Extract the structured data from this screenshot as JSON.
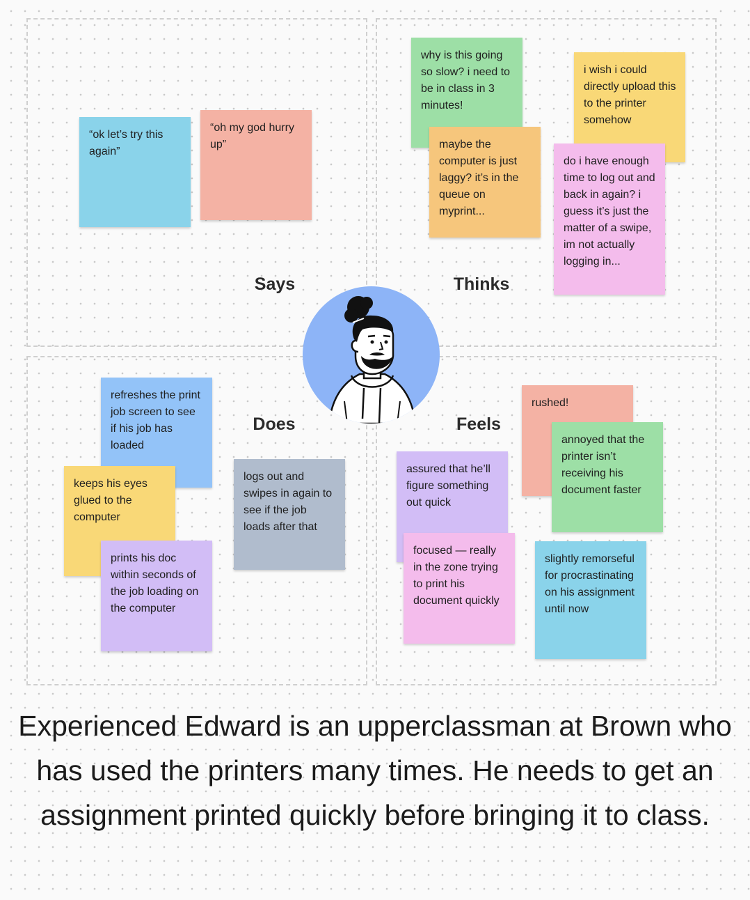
{
  "quadrants": {
    "says": "Says",
    "thinks": "Thinks",
    "does": "Does",
    "feels": "Feels"
  },
  "notes": {
    "says": [
      "“ok let’s try this again”",
      "“oh my god hurry up”"
    ],
    "thinks": [
      "why is this going so slow? i need to be in class in 3 minutes!",
      "i wish i could directly upload this to the printer somehow",
      "maybe the computer is just laggy? it’s in the queue on myprint...",
      "do i have enough time to log out and back in again? i guess it’s just the matter of a swipe, im not actually logging in..."
    ],
    "does": [
      "refreshes the print job screen to see if his job has loaded",
      "keeps his eyes glued to the computer",
      "prints his doc within seconds of the job loading on the computer",
      "logs out and swipes in again to see if the job loads after that"
    ],
    "feels": [
      "rushed!",
      "annoyed that the printer isn’t receiving his document faster",
      "assured that he’ll figure something out quick",
      "focused — really in the zone trying to print his document quickly",
      "slightly remorseful for procrastinating on his assignment until now"
    ]
  },
  "colors": {
    "blue": "#8ad3ea",
    "salmon": "#f4b2a4",
    "green": "#9ddfa6",
    "yellow": "#f9d877",
    "orange": "#f6c67c",
    "pink": "#f4bcec",
    "sky": "#93c3f8",
    "purple": "#d2bdf6",
    "gray": "#b0bccd",
    "avatar_bg": "#8db4f7"
  },
  "persona": {
    "icon": "person-avatar-icon",
    "description": "Experienced Edward is an upperclassman at Brown who has used the printers many times. He needs to get an assignment printed quickly before bringing it to class."
  }
}
